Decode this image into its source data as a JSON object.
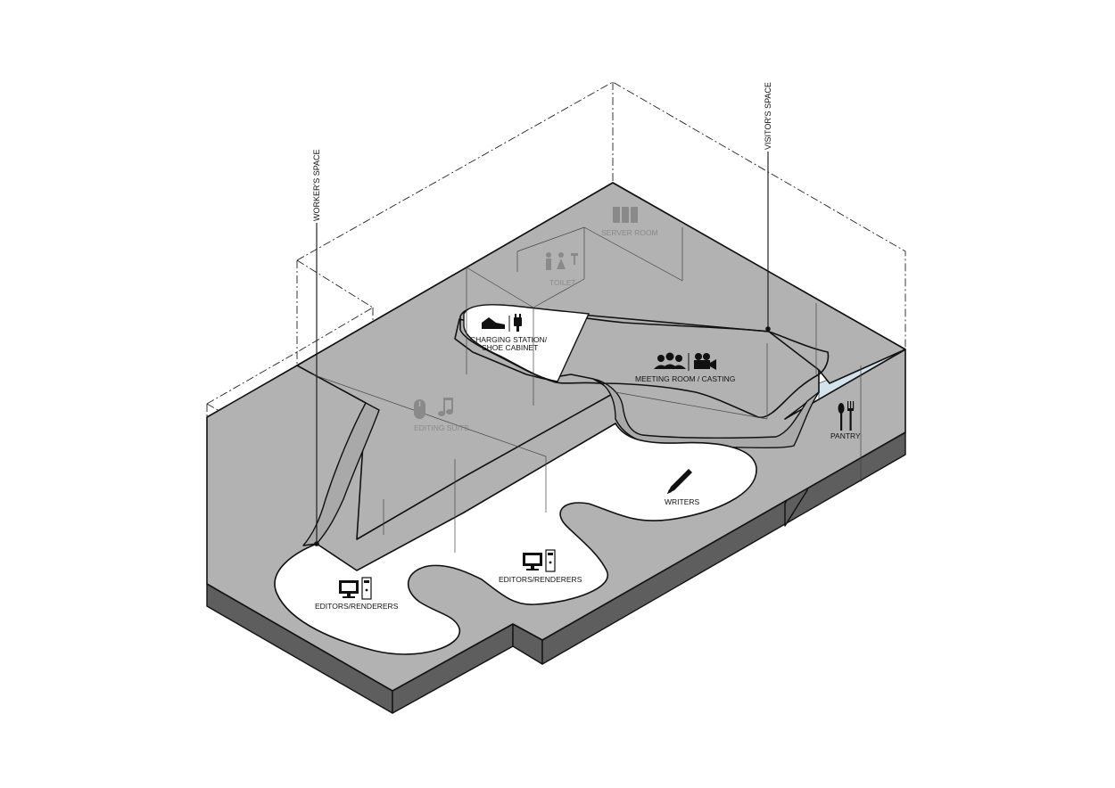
{
  "labels": {
    "workers_space": "WORKER'S SPACE",
    "visitors_space": "VISITOR'S SPACE",
    "server_room": "SERVER ROOM",
    "toilet": "TOILET",
    "charging_line1": "CHARGING STATION/",
    "charging_line2": "SHOE CABINET",
    "meeting_room": "MEETING ROOM / CASTING",
    "editing_suite": "EDITING SUITE",
    "pantry": "PANTRY",
    "writers": "WRITERS",
    "editors_left": "EDITORS/RENDERERS",
    "editors_right": "EDITORS/RENDERERS"
  },
  "colors": {
    "floor_top": "#b2b2b2",
    "floor_side": "#5e5e5e",
    "glass": "#d3e3ee",
    "greyed_label": "#8a8a8a"
  },
  "icons": {
    "server": "server-icon",
    "toilet": "toilet-icon",
    "shoe": "shoe-icon",
    "plug": "plug-icon",
    "meeting": "people-icon",
    "camera": "camera-icon",
    "mouse": "mouse-icon",
    "music": "music-note-icon",
    "pantry": "fork-spoon-icon",
    "writers": "pencil-icon",
    "editors": "computer-icon"
  }
}
